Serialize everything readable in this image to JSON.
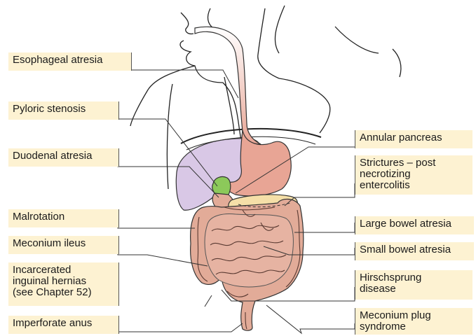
{
  "labels": {
    "esophageal_atresia": "Esophageal atresia",
    "pyloric_stenosis": "Pyloric stenosis",
    "duodenal_atresia": "Duodenal atresia",
    "malrotation": "Malrotation",
    "meconium_ileus": "Meconium ileus",
    "incarcerated_hernias": "Incarcerated\ninguinal hernias\n(see Chapter 52)",
    "imperforate_anus": "Imperforate anus",
    "annular_pancreas": "Annular pancreas",
    "strictures": "Strictures – post\nnecrotizing\nentercolitis",
    "large_bowel_atresia": "Large bowel atresia",
    "small_bowel_atresia": "Small bowel atresia",
    "hirschsprung": "Hirschsprung\ndisease",
    "meconium_plug": "Meconium plug\nsyndrome"
  },
  "colors": {
    "label_fill": "#fdf2d2",
    "liver": "#d9c8e6",
    "stomach": "#e8a595",
    "pancreas": "#f5dfa8",
    "intestine": "#e2ab98",
    "pylorus": "#8cc95a",
    "outline": "#333333"
  }
}
